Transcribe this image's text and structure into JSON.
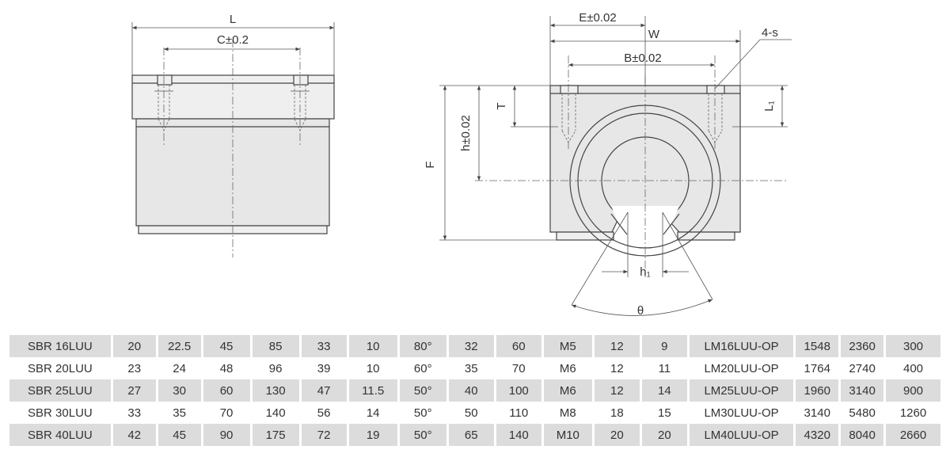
{
  "drawing": {
    "labels": {
      "L": "L",
      "C": "C±0.2",
      "E": "E±0.02",
      "W": "W",
      "S": "4-s",
      "B": "B±0.02",
      "T": "T",
      "L1": "L₁",
      "h": "h±0.02",
      "F": "F",
      "h1": "h₁",
      "theta": "θ"
    }
  },
  "table": {
    "rows": [
      [
        "SBR 16LUU",
        "20",
        "22.5",
        "45",
        "85",
        "33",
        "10",
        "80°",
        "32",
        "60",
        "M5",
        "12",
        "9",
        "LM16LUU-OP",
        "1548",
        "2360",
        "300"
      ],
      [
        "SBR 20LUU",
        "23",
        "24",
        "48",
        "96",
        "39",
        "10",
        "60°",
        "35",
        "70",
        "M6",
        "12",
        "11",
        "LM20LUU-OP",
        "1764",
        "2740",
        "400"
      ],
      [
        "SBR 25LUU",
        "27",
        "30",
        "60",
        "130",
        "47",
        "11.5",
        "50°",
        "40",
        "100",
        "M6",
        "12",
        "14",
        "LM25LUU-OP",
        "1960",
        "3140",
        "900"
      ],
      [
        "SBR 30LUU",
        "33",
        "35",
        "70",
        "140",
        "56",
        "14",
        "50°",
        "50",
        "110",
        "M8",
        "18",
        "15",
        "LM30LUU-OP",
        "3140",
        "5480",
        "1260"
      ],
      [
        "SBR 40LUU",
        "42",
        "45",
        "90",
        "175",
        "72",
        "19",
        "50°",
        "65",
        "140",
        "M10",
        "20",
        "20",
        "LM40LUU-OP",
        "4320",
        "8040",
        "2660"
      ]
    ]
  }
}
